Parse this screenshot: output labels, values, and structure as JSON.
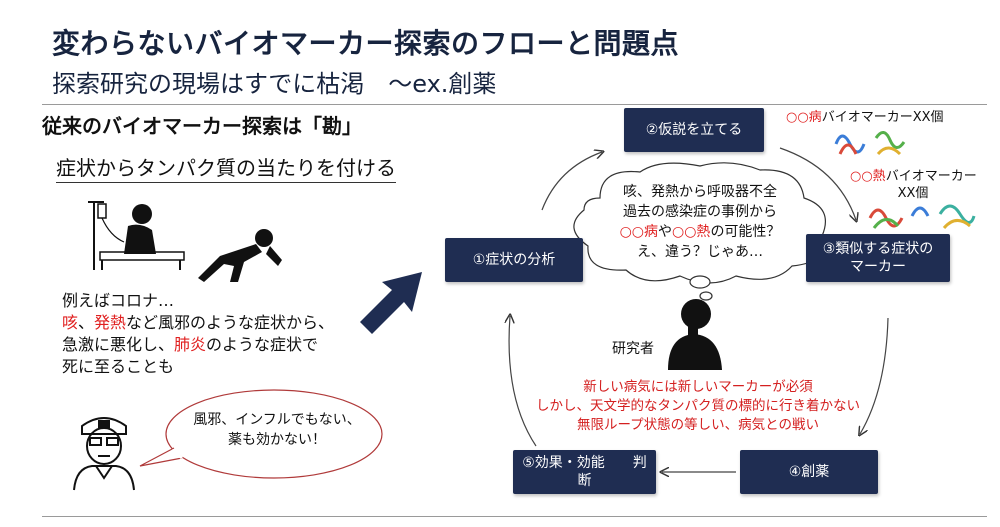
{
  "header": {
    "title": "変わらないバイオマーカー探索のフローと問題点",
    "subtitle": "探索研究の現場はすでに枯渇　～ex.創薬"
  },
  "left": {
    "heading": "従来のバイオマーカー探索は「勘」",
    "subheading": "症状からタンパク質の当たりを付ける",
    "example": {
      "line1": "例えばコロナ…",
      "line2_a": "咳",
      "line2_b": "、",
      "line2_c": "発熱",
      "line2_d": "など風邪のような症状から、",
      "line3": "急激に悪化し、",
      "line3_red": "肺炎",
      "line3_b": "のような症状で",
      "line4": "死に至ることも"
    },
    "doctor_bubble": {
      "line1": "風邪、インフルでもない、",
      "line2": "薬も効かない！"
    }
  },
  "flow": {
    "step1": "①症状の分析",
    "step2": "②仮説を立てる",
    "step3_line1": "③類似する症状の",
    "step3_line2": "マーカー",
    "step4": "④創薬",
    "step5_line1": "⑤効果・効能　　判",
    "step5_line2": "断",
    "researcher_label": "研究者",
    "thought": {
      "line1": "咳、発熱から呼吸器不全",
      "line2": "過去の感染症の事例から",
      "line3_red1": "○○病",
      "line3_mid": "や",
      "line3_red2": "○○熱",
      "line3_end": "の可能性？",
      "line4": "え、違う？じゃあ…"
    },
    "note1_red": "○○病",
    "note1_rest": "バイオマーカーXX個",
    "note2_red": "○○熱",
    "note2_rest": "バイオマーカー",
    "note2_line2": "XX個",
    "problem": {
      "line1": "新しい病気には新しいマーカーが必須",
      "line2": "しかし、天文学的なタンパク質の標的に行き着かない",
      "line3": "無限ループ状態の等しい、病気との戦い"
    }
  },
  "colors": {
    "navy": "#1f2d52",
    "red": "#e02020",
    "title": "#17243f"
  }
}
